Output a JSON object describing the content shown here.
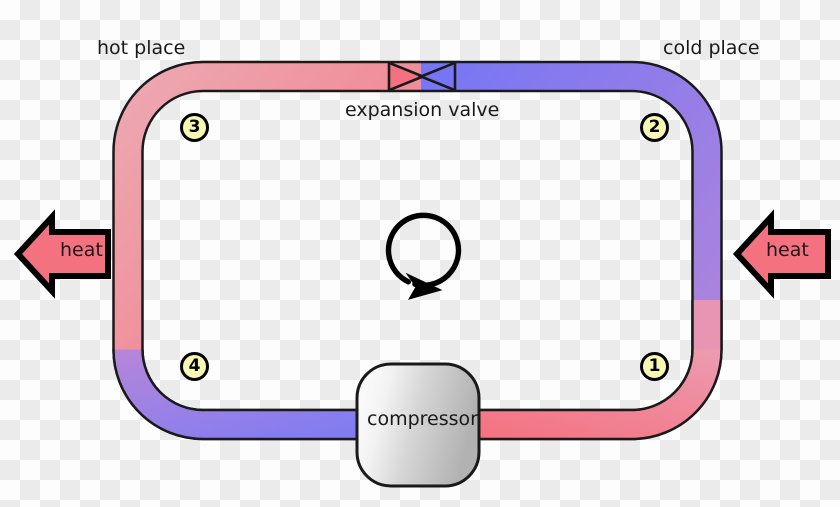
{
  "diagram": {
    "title": "refrigeration-cycle",
    "labels": {
      "hot_place": "hot place",
      "cold_place": "cold place",
      "expansion_valve": "expansion valve",
      "compressor": "compressor",
      "heat_left": "heat",
      "heat_right": "heat"
    },
    "state_points": [
      {
        "id": "1",
        "label": "1",
        "position": "bottom-right"
      },
      {
        "id": "2",
        "label": "2",
        "position": "top-right"
      },
      {
        "id": "3",
        "label": "3",
        "position": "top-left"
      },
      {
        "id": "4",
        "label": "4",
        "position": "bottom-left"
      }
    ],
    "colors": {
      "hot_pipe": "#f77b87",
      "hot_pipe_light": "#f0a4ae",
      "cold_pipe": "#7b7bf5",
      "cold_pipe_light": "#b98cd8",
      "pipe_outline": "#1a1a1a",
      "state_marker_fill": "#f7f7b2",
      "state_marker_stroke": "#000000",
      "heat_arrow_fill": "#f77b87",
      "heat_arrow_stroke": "#000000",
      "compressor_fill_light": "#ffffff",
      "compressor_fill_dark": "#b5b5b5",
      "compressor_stroke": "#1a1a1a",
      "cycle_arrow": "#000000",
      "text": "#1a1a1a"
    },
    "flow_direction": "clockwise",
    "cycle_arrow": {
      "name": "clockwise-cycle-arrow",
      "direction": "clockwise"
    },
    "heat_arrows": [
      {
        "name": "heat-out-arrow",
        "side": "left",
        "points": "left",
        "meaning": "heat rejected at hot place"
      },
      {
        "name": "heat-in-arrow",
        "side": "right",
        "points": "left",
        "meaning": "heat absorbed at cold place"
      }
    ]
  }
}
